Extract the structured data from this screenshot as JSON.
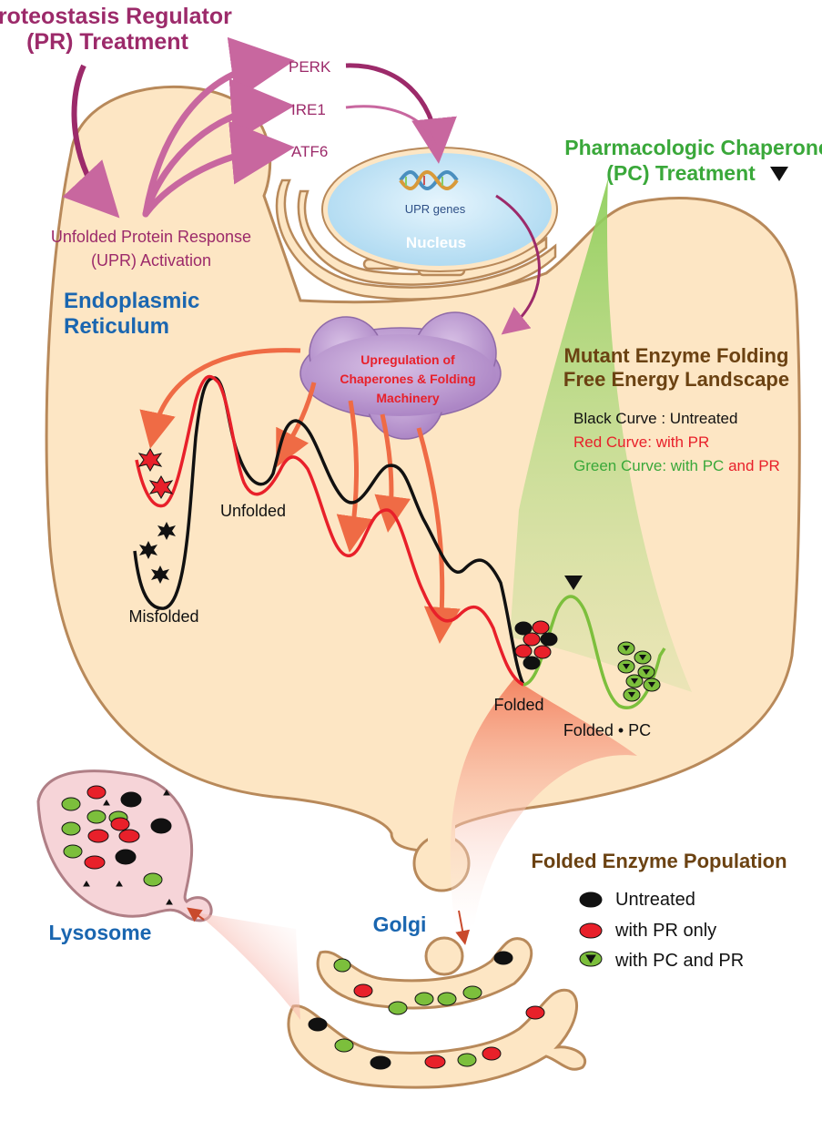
{
  "colors": {
    "cell_fill": "#fde6c4",
    "cell_stroke": "#b8895a",
    "pr_purple": "#9c2a6a",
    "arrow_purple": "#c8679f",
    "pc_green": "#3aa83a",
    "er_blue": "#1a66b0",
    "red_curve": "#e8202a",
    "black_curve": "#111111",
    "green_curve": "#7cbf3c",
    "arrow_orange": "#ef6b45",
    "cloud_fill": "#c3a0d4",
    "nucleus_fill": "#c7e6f6",
    "lysosome_fill": "#f6d4d8",
    "brown_title": "#6b4212"
  },
  "pr_treatment": {
    "line1": "Proteostasis Regulator",
    "line2": "(PR) Treatment"
  },
  "upr_sensors": {
    "perk": "PERK",
    "ire1": "IRE1",
    "atf6": "ATF6"
  },
  "upr_activation": {
    "line1": "Unfolded Protein Response",
    "line2": "(UPR) Activation"
  },
  "nucleus": {
    "genes": "UPR genes",
    "label": "Nucleus",
    "dna_icon": "dna-helix-icon"
  },
  "er_label": {
    "line1": "Endoplasmic",
    "line2": "Reticulum"
  },
  "pc_treatment": {
    "line1": "Pharmacologic Chaperone",
    "line2": "(PC) Treatment"
  },
  "upregulation": {
    "line1": "Upregulation of",
    "line2": "Chaperones & Folding",
    "line3": "Machinery"
  },
  "landscape": {
    "title_line1": "Mutant Enzyme Folding",
    "title_line2": "Free Energy Landscape",
    "black_curve": "Black Curve : Untreated",
    "red_curve": "Red Curve: with PR",
    "green_curve_a": "Green Curve: with PC",
    "green_curve_and": "and",
    "green_curve_pr": "PR"
  },
  "states": {
    "unfolded": "Unfolded",
    "misfolded": "Misfolded",
    "folded": "Folded",
    "folded_pc": "Folded • PC"
  },
  "organelles": {
    "lysosome": "Lysosome",
    "golgi": "Golgi"
  },
  "population_legend": {
    "title": "Folded Enzyme Population",
    "items": [
      {
        "label": "Untreated",
        "icon": "black-ellipse-icon"
      },
      {
        "label": "with PR only",
        "icon": "red-ellipse-icon"
      },
      {
        "label": "with PC and PR",
        "icon": "green-ellipse-icon"
      }
    ]
  }
}
